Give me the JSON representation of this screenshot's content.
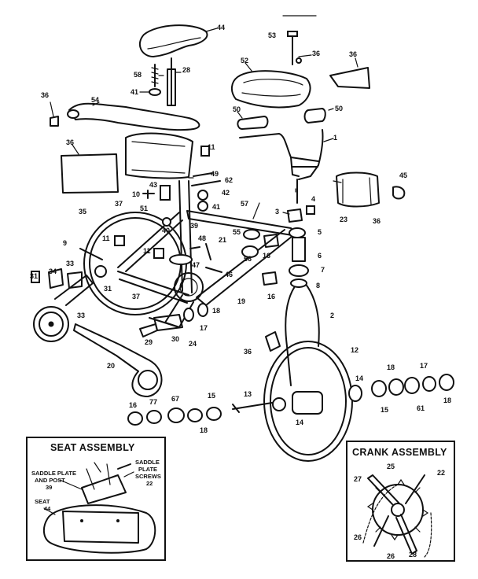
{
  "callouts": {
    "c44": "44",
    "c53": "53",
    "c36a": "36",
    "c36b": "36",
    "c52": "52",
    "c58": "58",
    "c28": "28",
    "c41a": "41",
    "c36c": "36",
    "c54": "54",
    "c50a": "50",
    "c50b": "50",
    "c1": "1",
    "c11a": "11",
    "c36d": "36",
    "c49": "49",
    "c62": "62",
    "c43": "43",
    "c42": "42",
    "c10": "10",
    "c41b": "41",
    "c45": "45",
    "c4": "4",
    "c3": "3",
    "c37a": "37",
    "c51": "51",
    "c57": "57",
    "c23": "23",
    "c36e": "36",
    "c35": "35",
    "c40": "40",
    "c39": "39",
    "c55": "55",
    "c5": "5",
    "c11b": "11",
    "c9": "9",
    "c48": "48",
    "c21": "21",
    "c56": "56",
    "c16a": "16",
    "c6": "6",
    "c11c": "11",
    "c47": "47",
    "c33a": "33",
    "c7": "7",
    "c31a": "31",
    "c34": "34",
    "c46": "46",
    "c31b": "31",
    "c37b": "37",
    "c8": "8",
    "c19": "19",
    "c16b": "16",
    "c18a": "18",
    "c2": "2",
    "c33b": "33",
    "c17a": "17",
    "c29": "29",
    "c30": "30",
    "c24": "24",
    "c36f": "36",
    "c12": "12",
    "c20": "20",
    "c14a": "14",
    "c18b": "18",
    "c17b": "17",
    "c67": "67",
    "c15a": "15",
    "c13": "13",
    "c16c": "16",
    "c77": "77",
    "c18c": "18",
    "c14b": "14",
    "c15b": "15",
    "c61": "61",
    "c18d": "18"
  },
  "seat_assembly": {
    "title": "SEAT ASSEMBLY",
    "label_plate_post_1": "SADDLE PLATE",
    "label_plate_post_2": "AND POST",
    "label_plate_post_num": "39",
    "label_screws_1": "SADDLE",
    "label_screws_2": "PLATE",
    "label_screws_3": "SCREWS",
    "label_screws_num": "22",
    "label_seat": "SEAT",
    "label_seat_num": "44"
  },
  "crank_assembly": {
    "title": "CRANK ASSEMBLY",
    "n25": "25",
    "n22": "22",
    "n27": "27",
    "n26a": "26",
    "n26b": "26",
    "n28": "28"
  }
}
